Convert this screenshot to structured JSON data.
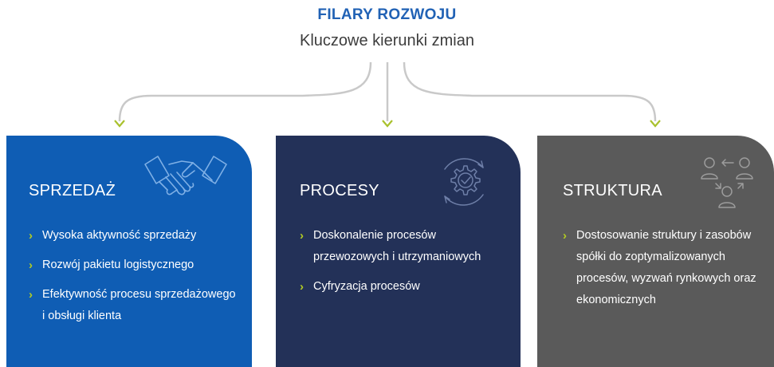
{
  "header": {
    "title": "FILARY ROZWOJU",
    "subtitle": "Kluczowe kierunki zmian"
  },
  "colors": {
    "title": "#2162b5",
    "arrow": "#c9c9c9",
    "arrowhead": "#a9c12d",
    "chevron": "#b3cc22",
    "card_sprzedaz": "#0f5db4",
    "card_procesy": "#233158",
    "card_struktura": "#5a5a5a"
  },
  "pillars": [
    {
      "title": "SPRZEDAŻ",
      "icon": "handshake-icon",
      "items": [
        "Wysoka aktywność sprzedaży",
        "Rozwój pakietu logistycznego",
        "Efektywność procesu sprzedażowego i obsługi klienta"
      ]
    },
    {
      "title": "PROCESY",
      "icon": "gear-check-cycle-icon",
      "items": [
        "Doskonalenie procesów przewozowych i utrzymaniowych",
        "Cyfryzacja procesów"
      ]
    },
    {
      "title": "STRUKTURA",
      "icon": "people-exchange-icon",
      "items": [
        "Dostosowanie struktury i zasobów spółki do zoptymalizowanych procesów, wyzwań rynkowych oraz ekonomicznych"
      ]
    }
  ]
}
